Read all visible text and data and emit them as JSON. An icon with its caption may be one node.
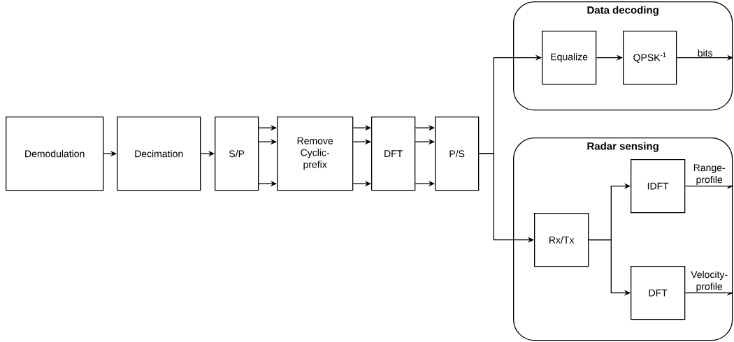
{
  "diagram": {
    "nodes": [
      {
        "text": [
          "Demodulation"
        ]
      },
      {
        "text": [
          "Decimation"
        ]
      },
      {
        "text": [
          "S/P"
        ]
      },
      {
        "text": [
          "Remove Cyclic-prefix"
        ]
      },
      {
        "text": [
          "DFT"
        ]
      },
      {
        "text": [
          "P/S"
        ]
      },
      {
        "text": [
          "Data decoding"
        ]
      },
      {
        "text": [
          "Equalize"
        ],
        "in": 6
      },
      {
        "text": [
          "QPSK$^{-1}$"
        ],
        "in": 6
      },
      {
        "text": [
          "Radar sensing"
        ]
      },
      {
        "text": [
          "Rx/Tx"
        ],
        "in": 9
      },
      {
        "text": [
          "IDFT"
        ],
        "in": 9
      },
      {
        "text": [
          "DFT"
        ],
        "in": 9
      }
    ],
    "edges": [
      {
        "from": 0,
        "to": 1,
        "arrow": "to"
      },
      {
        "from": 1,
        "to": 2,
        "arrow": "to"
      },
      {
        "from": 2,
        "to": 3,
        "arrow": "to"
      },
      {
        "from": 2,
        "to": 3,
        "arrow": "to"
      },
      {
        "from": 2,
        "to": 3,
        "arrow": "to"
      },
      {
        "from": 3,
        "to": 4,
        "arrow": "to"
      },
      {
        "from": 3,
        "to": 4,
        "arrow": "to"
      },
      {
        "from": 3,
        "to": 4,
        "arrow": "to"
      },
      {
        "from": 4,
        "to": 5,
        "arrow": "to"
      },
      {
        "from": 4,
        "to": 5,
        "arrow": "to"
      },
      {
        "from": 4,
        "to": 5,
        "arrow": "to"
      },
      {
        "from": 5,
        "to": 7,
        "arrow": "to"
      },
      {
        "from": 5,
        "to": 10,
        "arrow": "to"
      },
      {
        "from": 7,
        "to": 8,
        "arrow": "to"
      },
      {
        "from": 8,
        "to": null,
        "arrow": "to",
        "label": "bits"
      },
      {
        "from": 10,
        "to": 11,
        "arrow": "to"
      },
      {
        "from": 10,
        "to": 12,
        "arrow": "to"
      },
      {
        "from": 11,
        "to": null,
        "arrow": "to",
        "label": "Range-profile"
      },
      {
        "from": 12,
        "to": null,
        "arrow": "to",
        "label": "Velocity-profile"
      }
    ]
  }
}
